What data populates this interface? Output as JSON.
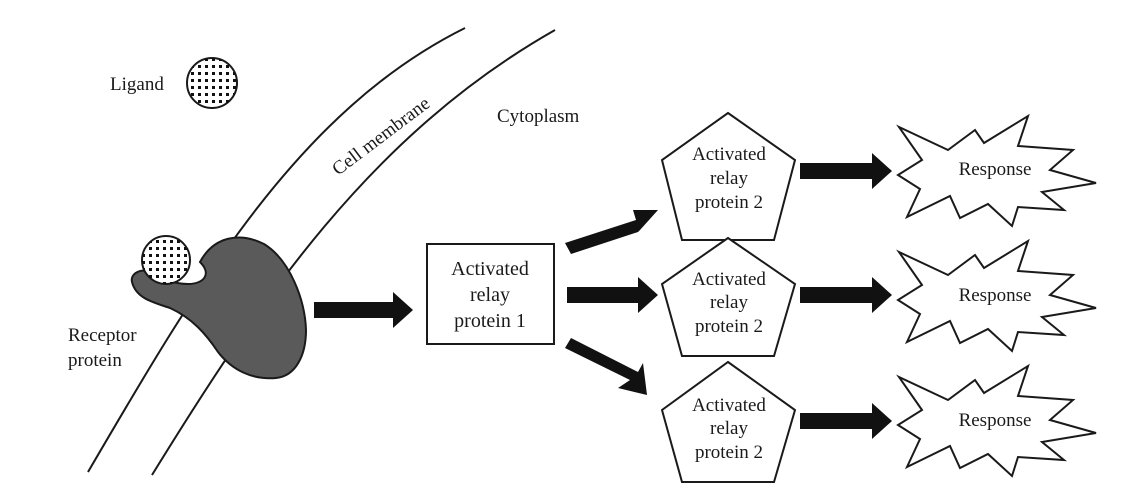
{
  "labels": {
    "ligand": "Ligand",
    "cell_membrane": "Cell membrane",
    "cytoplasm": "Cytoplasm",
    "receptor_line1": "Receptor",
    "receptor_line2": "protein"
  },
  "relay1": {
    "line1": "Activated",
    "line2": "relay",
    "line3": "protein 1"
  },
  "relay2": [
    {
      "line1": "Activated",
      "line2": "relay",
      "line3": "protein 2"
    },
    {
      "line1": "Activated",
      "line2": "relay",
      "line3": "protein 2"
    },
    {
      "line1": "Activated",
      "line2": "relay",
      "line3": "protein 2"
    }
  ],
  "responses": [
    {
      "label": "Response"
    },
    {
      "label": "Response"
    },
    {
      "label": "Response"
    }
  ],
  "colors": {
    "receptor_fill": "#5a5a5a",
    "stroke": "#1a1a1a",
    "arrow": "#111111"
  }
}
